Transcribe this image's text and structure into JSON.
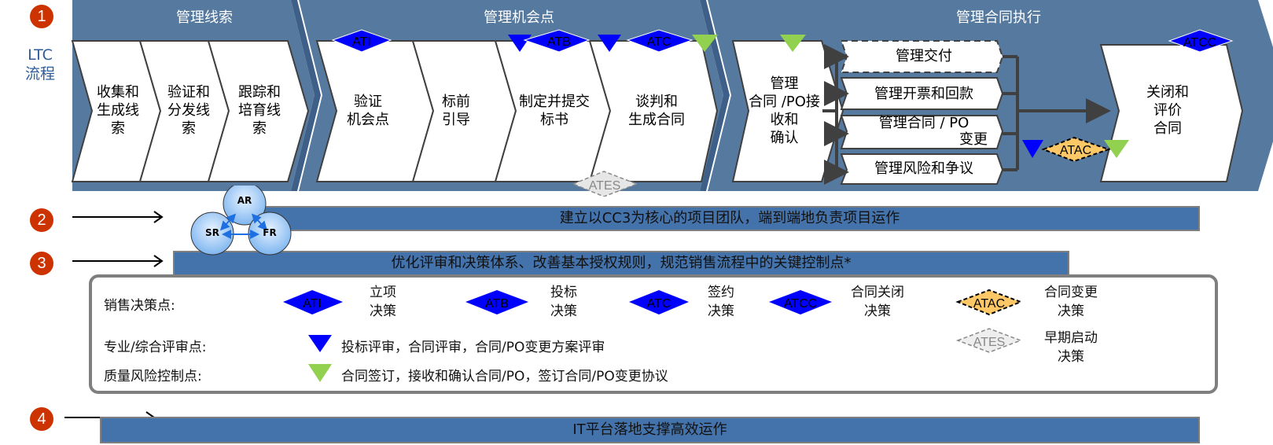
{
  "colors": {
    "band": "#56799f",
    "band_dark": "#3d5f88",
    "bar": "#4472aa",
    "badge": "#cc3300",
    "decision_blue": "#0000ff",
    "review_blue": "#0000ff",
    "quality_green": "#92d050",
    "atac_orange": "#ffc866",
    "ates_gray": "#e6e6e6"
  },
  "badges": [
    "1",
    "2",
    "3",
    "4"
  ],
  "ltc_label": [
    "LTC",
    "流程"
  ],
  "phases": [
    {
      "title": "管理线索",
      "steps": [
        {
          "lines": [
            "收集和",
            "生成线",
            "索"
          ]
        },
        {
          "lines": [
            "验证和",
            "分发线",
            "索"
          ]
        },
        {
          "lines": [
            "跟踪和",
            "培育线",
            "索"
          ]
        }
      ]
    },
    {
      "title": "管理机会点",
      "steps": [
        {
          "lines": [
            "验证",
            "机会点"
          ]
        },
        {
          "lines": [
            "标前",
            "引导"
          ]
        },
        {
          "lines": [
            "制定并提交",
            "标书"
          ]
        },
        {
          "lines": [
            "谈判和",
            "生成合同"
          ]
        }
      ]
    },
    {
      "title": "管理合同执行",
      "steps": [
        {
          "lines": [
            "管理",
            "合同 /PO接",
            "收和",
            "确认"
          ]
        },
        {
          "lines": [
            "关闭和",
            "评价",
            "合同"
          ]
        }
      ],
      "parallel": [
        "管理交付",
        "管理开票和回款",
        "管理合同 / PO",
        "变更",
        "管理风险和争议"
      ]
    }
  ],
  "markers": {
    "ATI": "ATI",
    "ATB": "ATB",
    "ATC": "ATC",
    "ATCC": "ATCC",
    "ATAC": "ATAC",
    "ATES": "ATES"
  },
  "team": {
    "nodes": [
      "AR",
      "SR",
      "FR"
    ]
  },
  "bars": {
    "bar2": "建立以CC3为核心的项目团队，端到端地负责项目运作",
    "bar3": "优化评审和决策体系、改善基本授权规则，规范销售流程中的关键控制点*",
    "bar4": "IT平台落地支撑高效运作"
  },
  "legend": {
    "sales_decision_label": "销售决策点:",
    "review_label": "专业/综合评审点:",
    "quality_label": "质量风险控制点:",
    "items": [
      {
        "code": "ATI",
        "lines": [
          "立项",
          "决策"
        ]
      },
      {
        "code": "ATB",
        "lines": [
          "投标",
          "决策"
        ]
      },
      {
        "code": "ATC",
        "lines": [
          "签约",
          "决策"
        ]
      },
      {
        "code": "ATCC",
        "lines": [
          "合同关闭",
          "决策"
        ]
      },
      {
        "code": "ATAC",
        "lines": [
          "合同变更",
          "决策"
        ]
      },
      {
        "code": "ATES",
        "lines": [
          "早期启动",
          "决策"
        ]
      }
    ],
    "review_text": "投标评审，合同评审，合同/PO变更方案评审",
    "quality_text": "合同签订，接收和确认合同/PO，签订合同/PO变更协议"
  }
}
